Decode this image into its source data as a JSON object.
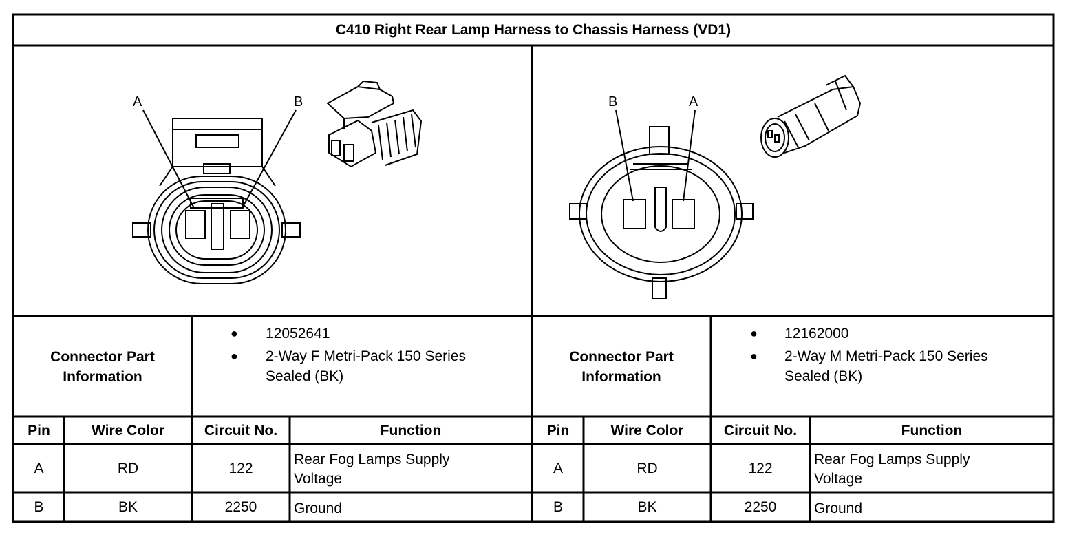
{
  "title": "C410 Right Rear Lamp Harness to Chassis Harness (VD1)",
  "left": {
    "pin_labels": [
      "A",
      "B"
    ],
    "info_label_line1": "Connector Part",
    "info_label_line2": "Information",
    "part_number": "12052641",
    "description_line1": "2-Way F Metri-Pack 150 Series",
    "description_line2": "Sealed (BK)",
    "headers": [
      "Pin",
      "Wire Color",
      "Circuit No.",
      "Function"
    ],
    "rows": [
      {
        "pin": "A",
        "wire_color": "RD",
        "circuit": "122",
        "function_line1": "Rear Fog Lamps Supply",
        "function_line2": "Voltage"
      },
      {
        "pin": "B",
        "wire_color": "BK",
        "circuit": "2250",
        "function_line1": "Ground",
        "function_line2": ""
      }
    ]
  },
  "right": {
    "pin_labels": [
      "B",
      "A"
    ],
    "info_label_line1": "Connector Part",
    "info_label_line2": "Information",
    "part_number": "12162000",
    "description_line1": "2-Way M Metri-Pack 150 Series",
    "description_line2": "Sealed (BK)",
    "headers": [
      "Pin",
      "Wire Color",
      "Circuit No.",
      "Function"
    ],
    "rows": [
      {
        "pin": "A",
        "wire_color": "RD",
        "circuit": "122",
        "function_line1": "Rear Fog Lamps Supply",
        "function_line2": "Voltage"
      },
      {
        "pin": "B",
        "wire_color": "BK",
        "circuit": "2250",
        "function_line1": "Ground",
        "function_line2": ""
      }
    ]
  },
  "colors": {
    "line": "#000000",
    "background": "#ffffff"
  }
}
